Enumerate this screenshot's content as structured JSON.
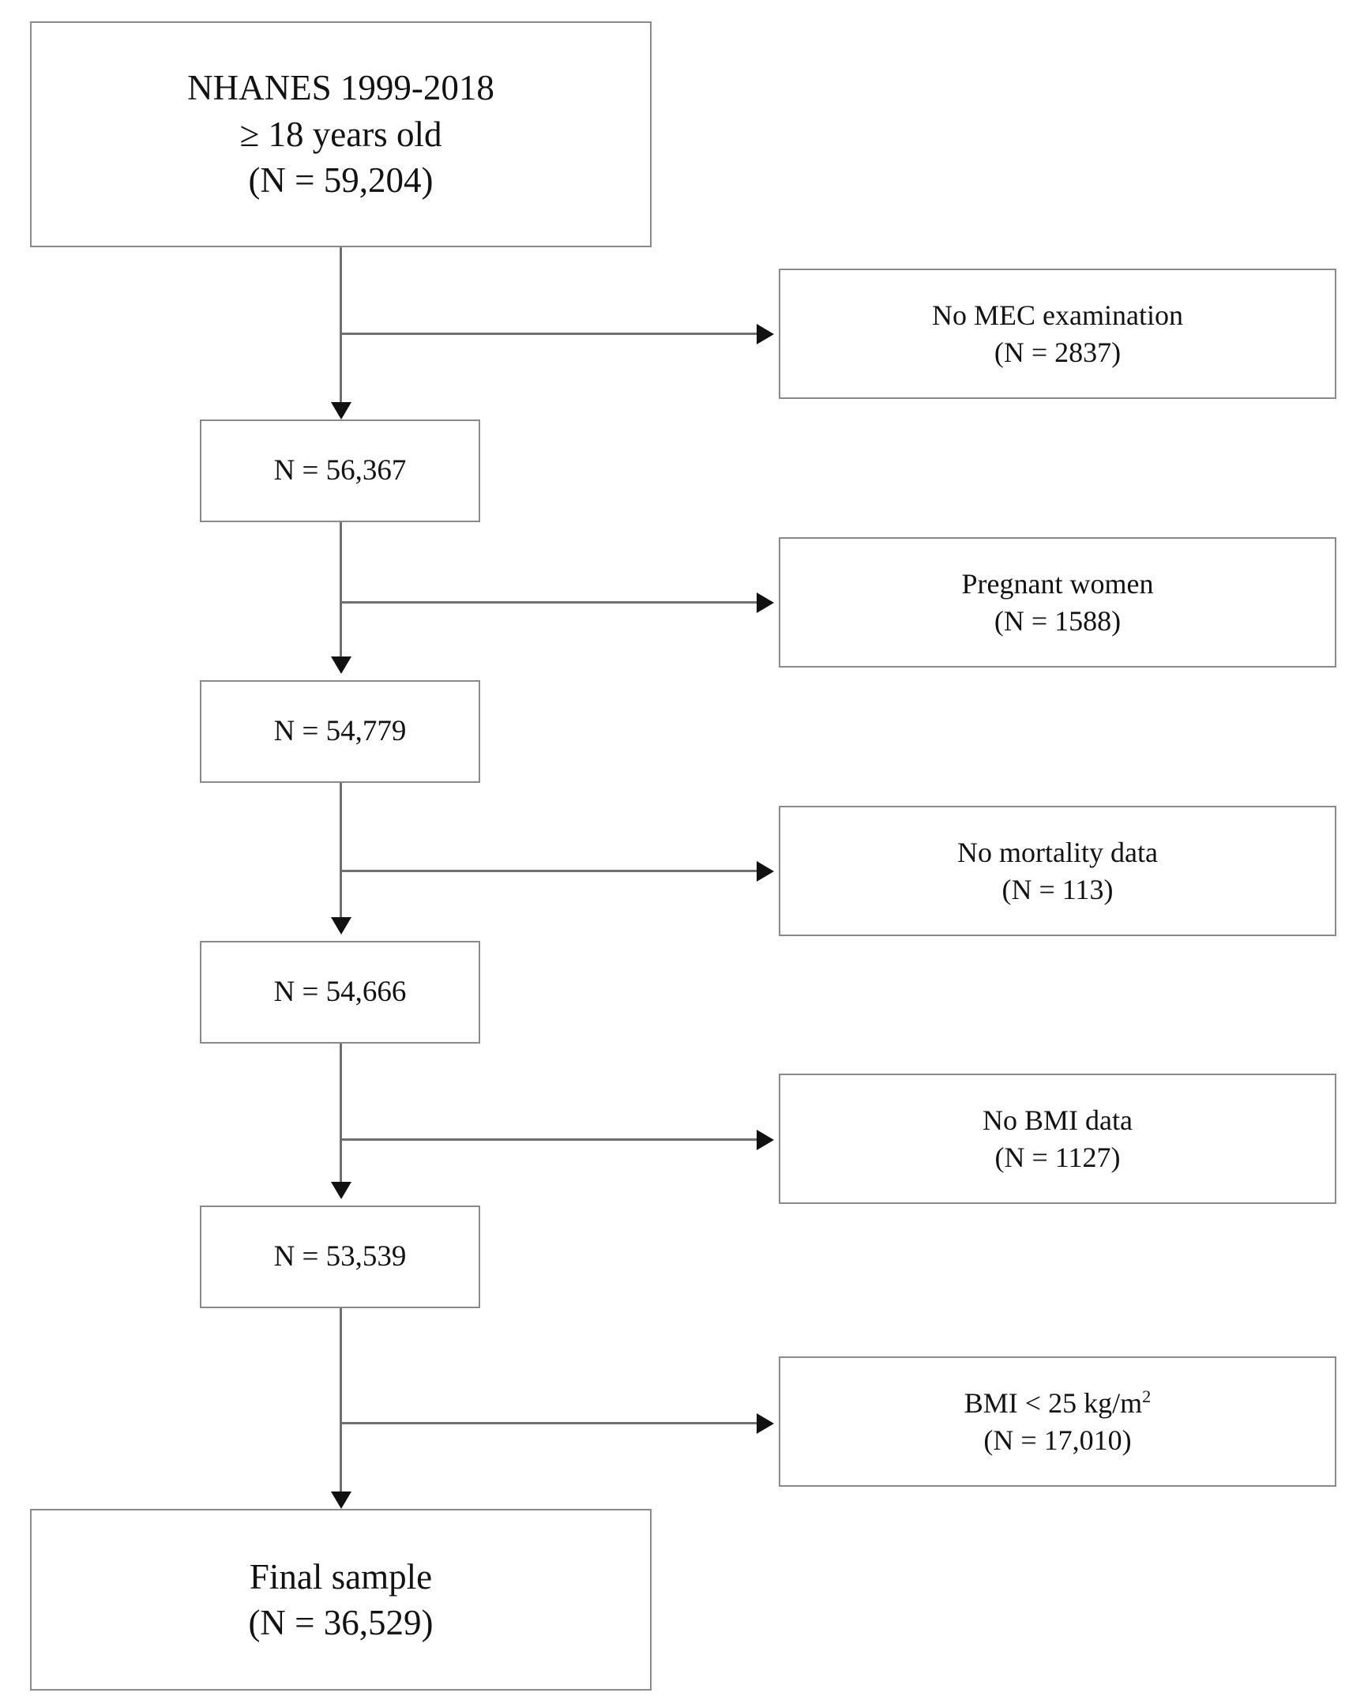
{
  "diagram": {
    "type": "flowchart",
    "title": "NHANES participant selection flow",
    "orientation": "top-to-bottom with right-side exclusion branches",
    "colors": {
      "box_border": "#8a8a8a",
      "connector": "#6f6f6f",
      "arrow_head": "#111111",
      "text": "#121212",
      "background": "#ffffff"
    }
  },
  "nodes": {
    "source": {
      "id": "source-cohort",
      "line1": "NHANES 1999-2018",
      "line2": "≥ 18 years old",
      "line3": "(N = 59,204)",
      "count": 59204
    },
    "after_mec": {
      "id": "after-mec",
      "line1": "N = 56,367",
      "count": 56367
    },
    "after_pregnant": {
      "id": "after-pregnant",
      "line1": "N = 54,779",
      "count": 54779
    },
    "after_mortality": {
      "id": "after-mortality",
      "line1": "N = 54,666",
      "count": 54666
    },
    "after_bmi_missing": {
      "id": "after-bmi-missing",
      "line1": "N = 53,539",
      "count": 53539
    },
    "final": {
      "id": "final-sample",
      "line1": "Final sample",
      "line2": "(N = 36,529)",
      "count": 36529
    }
  },
  "exclusions": [
    {
      "id": "no-mec-examination",
      "reason": "No MEC examination",
      "count_label": "(N = 2837)",
      "count": 2837
    },
    {
      "id": "pregnant-women",
      "reason": "Pregnant women",
      "count_label": "(N = 1588)",
      "count": 1588
    },
    {
      "id": "no-mortality-data",
      "reason": "No mortality data",
      "count_label": "(N = 113)",
      "count": 113
    },
    {
      "id": "no-bmi-data",
      "reason": "No BMI data",
      "count_label": "(N = 1127)",
      "count": 1127
    },
    {
      "id": "bmi-under-25",
      "reason_prefix": "BMI < 25 kg/m",
      "reason_sup": "2",
      "count_label": "(N = 17,010)",
      "count": 17010
    }
  ]
}
